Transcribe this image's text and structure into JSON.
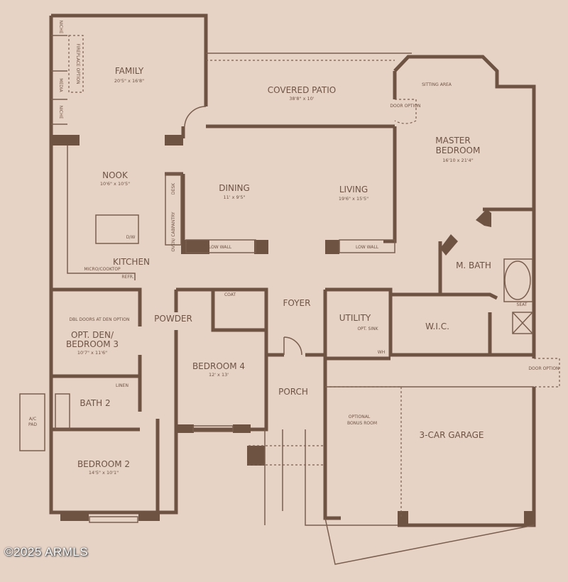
{
  "rooms": {
    "family": {
      "name": "FAMILY",
      "size": "20'5\" x 16'8\""
    },
    "covered_patio": {
      "name": "COVERED PATIO",
      "size": "38'8\" x 10'"
    },
    "master_bedroom": {
      "name_line1": "MASTER",
      "name_line2": "BEDROOM",
      "size": "16'10 x 21'4\""
    },
    "sitting_area": {
      "name": "SITTING AREA"
    },
    "nook": {
      "name": "NOOK",
      "size": "10'6\" x 10'5\""
    },
    "dining": {
      "name": "DINING",
      "size": "11' x 9'5\""
    },
    "living": {
      "name": "LIVING",
      "size": "19'6\" x 15'5\""
    },
    "kitchen": {
      "name": "KITCHEN"
    },
    "m_bath": {
      "name": "M. BATH"
    },
    "foyer": {
      "name": "FOYER"
    },
    "powder": {
      "name": "POWDER"
    },
    "utility": {
      "name": "UTILITY"
    },
    "wic": {
      "name": "W.I.C."
    },
    "den": {
      "name_line1": "OPT. DEN/",
      "name_line2": "BEDROOM 3",
      "size": "10'7\" x 11'6\""
    },
    "bedroom4": {
      "name": "BEDROOM 4",
      "size": "12' x 13'"
    },
    "porch": {
      "name": "PORCH"
    },
    "bath2": {
      "name": "BATH 2"
    },
    "bedroom2": {
      "name": "BEDROOM 2",
      "size": "14'5\" x 10'1\""
    },
    "bonus": {
      "name_line1": "OPTIONAL",
      "name_line2": "BONUS ROOM"
    },
    "garage": {
      "name": "3-CAR GARAGE"
    },
    "ac_pad": {
      "line1": "A/C",
      "line2": "PAD"
    }
  },
  "annotations": {
    "niche": "NICHE",
    "media": "MEDIA",
    "fireplace": "FIREPLACE OPTION",
    "door_option": "DOOR OPTION",
    "low_wall": "LOW WALL",
    "pantry": "PANTRY",
    "desk": "DESK",
    "oven": "OVEN/ CAB.",
    "dw": "D/W",
    "micro": "MICRO/COOKTOP",
    "refr": "REFR.",
    "dbl_doors": "DBL DOORS AT DEN OPTION",
    "coat": "COAT",
    "linen": "LINEN",
    "seat": "SEAT",
    "opt_sink": "OPT. SINK",
    "wh": "WH"
  },
  "watermark": "©2025 ARMLS",
  "colors": {
    "background": "#e6d3c6",
    "walls": "#6e5343"
  }
}
